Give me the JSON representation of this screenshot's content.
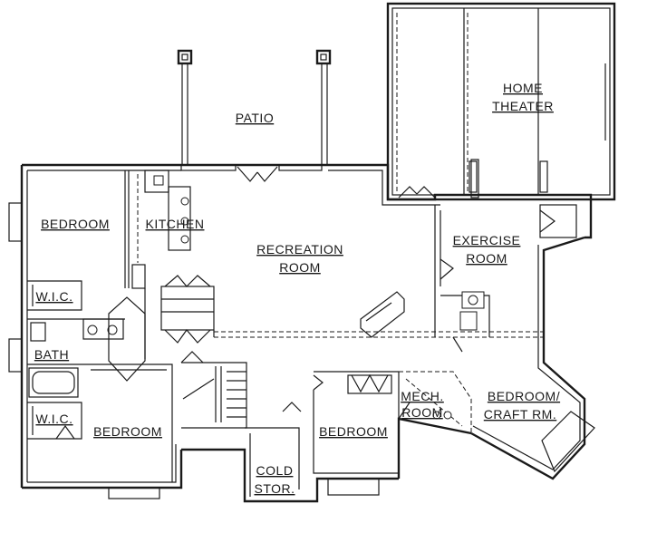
{
  "plan": {
    "rooms": {
      "patio": "PATIO",
      "home_theater_1": "HOME",
      "home_theater_2": "THEATER",
      "bedroom_nw": "BEDROOM",
      "kitchen": "KITCHEN",
      "recreation_1": "RECREATION",
      "recreation_2": "ROOM",
      "exercise_1": "EXERCISE",
      "exercise_2": "ROOM",
      "wic_upper": "W.I.C.",
      "bath": "BATH",
      "wic_lower": "W.I.C.",
      "bedroom_sw": "BEDROOM",
      "mech_1": "MECH.",
      "mech_2": "ROOM",
      "bedroom_craft_1": "BEDROOM/",
      "bedroom_craft_2": "CRAFT RM.",
      "bedroom_s": "BEDROOM",
      "cold_stor_1": "COLD",
      "cold_stor_2": "STOR."
    }
  }
}
